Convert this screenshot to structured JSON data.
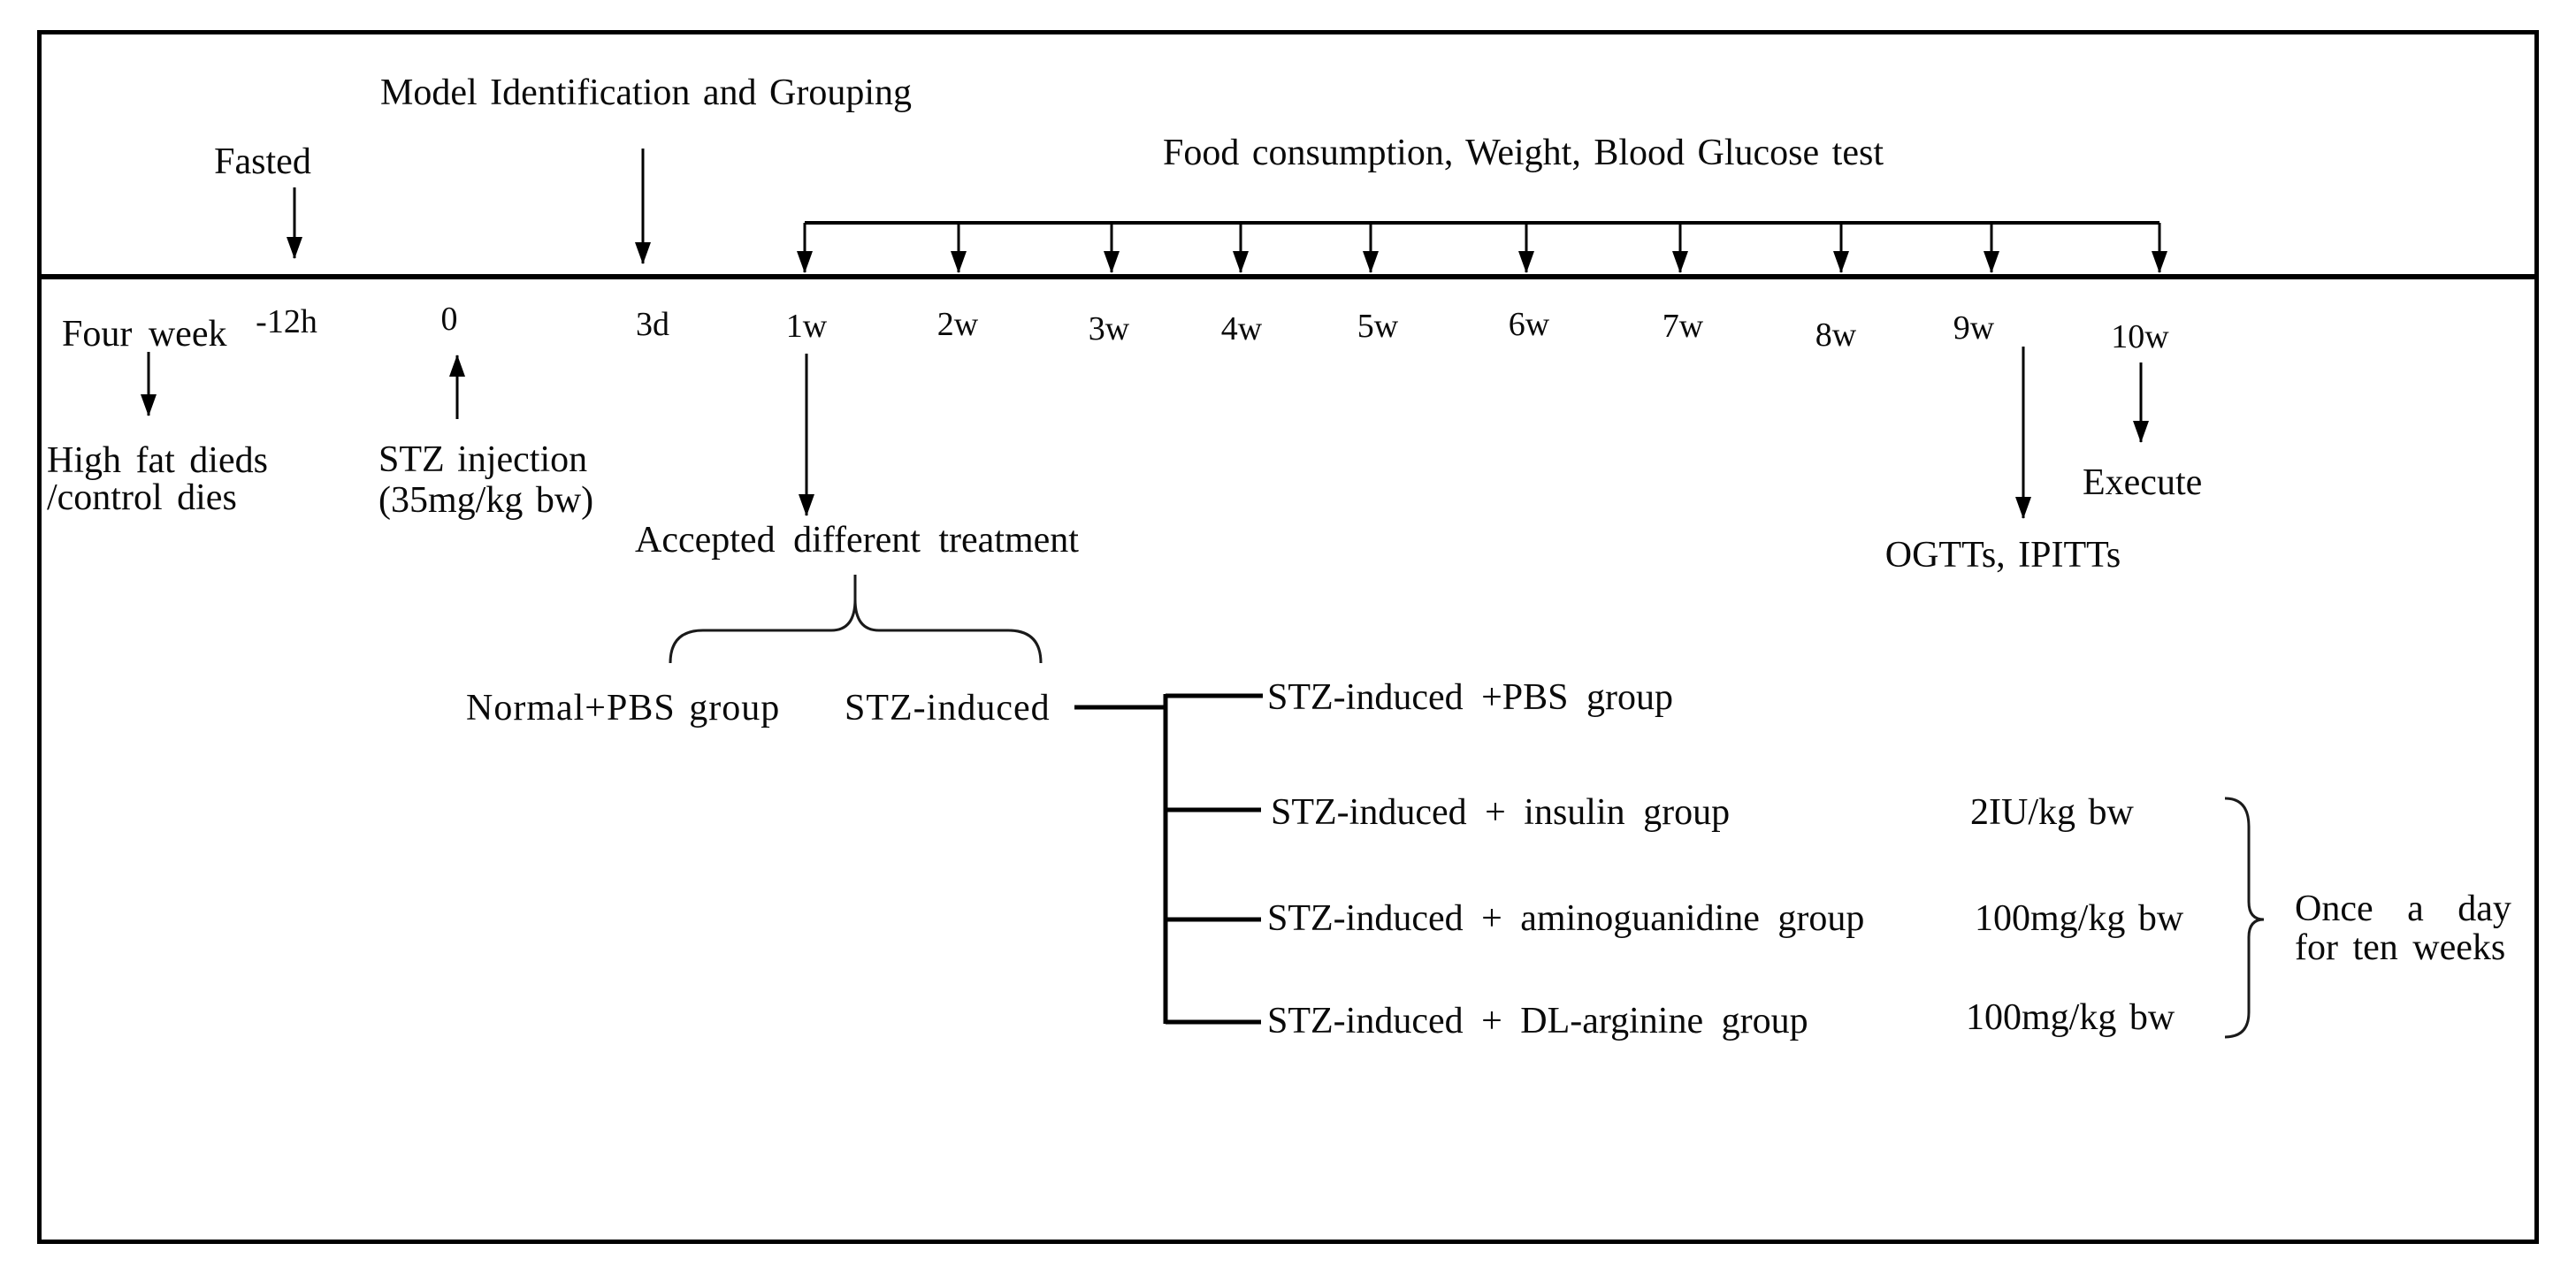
{
  "colors": {
    "ink": "#000000",
    "background": "#ffffff"
  },
  "top": {
    "fasted": "Fasted",
    "model_grouping": "Model Identification  and Grouping",
    "food_monitoring": "Food consumption, Weight, Blood Glucose test"
  },
  "timeline": {
    "ticks": [
      "-12h",
      "0",
      "3d",
      "1w",
      "2w",
      "3w",
      "4w",
      "5w",
      "6w",
      "7w",
      "8w",
      "9w",
      "10w"
    ]
  },
  "left": {
    "four_week": "Four week",
    "diet_line1": "High fat dieds",
    "diet_line2": "/control dies",
    "stz_line1": "STZ injection",
    "stz_line2": "(35mg/kg bw)"
  },
  "middle": {
    "accepted": "Accepted different treatment",
    "normal_group": "Normal+PBS group",
    "stz_induced": "STZ-induced"
  },
  "tree": {
    "rows": [
      {
        "label": "STZ-induced +PBS group",
        "dose": ""
      },
      {
        "label": "STZ-induced + insulin  group",
        "dose": "2IU/kg bw"
      },
      {
        "label": "STZ-induced + aminoguanidine  group",
        "dose": "100mg/kg bw"
      },
      {
        "label": "STZ-induced + DL-arginine  group",
        "dose": "100mg/kg bw"
      }
    ]
  },
  "right": {
    "ogtt": "OGTTs, IPITTs",
    "execute": "Execute",
    "once_line1": "Once  a  day",
    "once_line2": "for ten weeks"
  }
}
